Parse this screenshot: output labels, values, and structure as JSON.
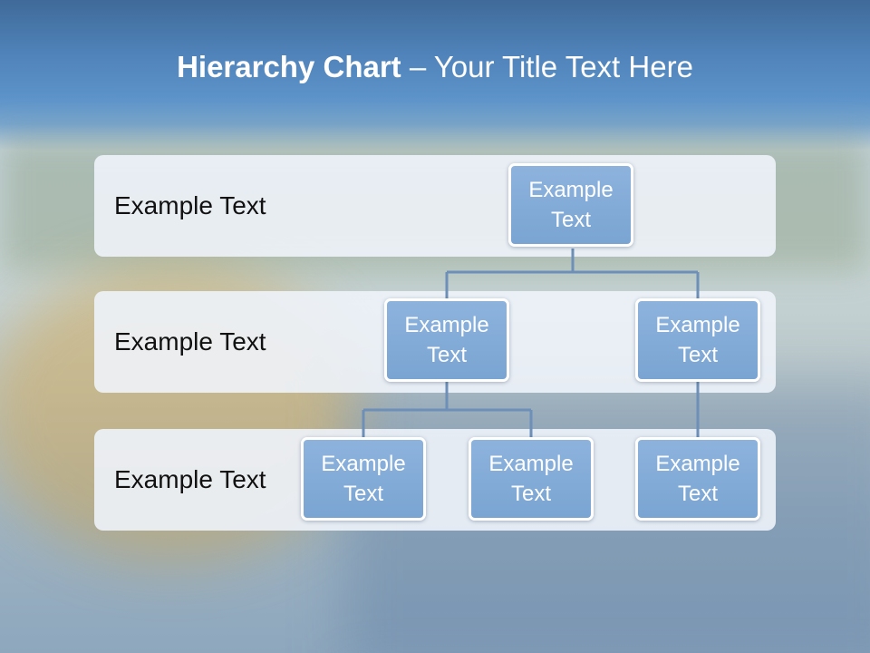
{
  "title": {
    "bold_part": "Hierarchy Chart",
    "separator": " – ",
    "rest": "Your Title Text Here"
  },
  "levels": [
    {
      "label": "Example Text"
    },
    {
      "label": "Example Text"
    },
    {
      "label": "Example Text"
    }
  ],
  "nodes": {
    "root": "Example Text",
    "child_left": "Example Text",
    "child_right": "Example Text",
    "grandchild_left_1": "Example Text",
    "grandchild_left_2": "Example Text",
    "grandchild_right_1": "Example Text"
  },
  "colors": {
    "node_fill": "#7fa8d5",
    "node_border": "#ffffff",
    "band_fill": "#eef3fa",
    "connector": "#6d8fb8",
    "title_text": "#ffffff",
    "title_bar": "#4f82b8"
  }
}
